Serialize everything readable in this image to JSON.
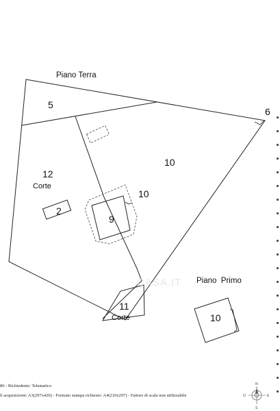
{
  "floor_labels": {
    "ground": "Piano Terra",
    "first": "Piano  Primo"
  },
  "parcels": {
    "p5": "5",
    "p6": "6",
    "p12": "12",
    "p12_sub": "Corte",
    "p10_main": "10",
    "p10_small": "10",
    "p2": "2",
    "p9": "9",
    "p11": "11",
    "p11_sub": "Corte",
    "p10_first": "10"
  },
  "watermark": "CASA.IT",
  "footer": {
    "line1": "86 - Richiedente: Telematico",
    "line2": "li acquisizione: A3(297x420)  - Formato stampa richiesto: A4(210x297) - Fattore di scala non utilizzabile"
  },
  "compass": {
    "n": "N",
    "s": "S",
    "e": "E",
    "w": "O"
  },
  "icons": [
    "compass-rose-icon"
  ]
}
